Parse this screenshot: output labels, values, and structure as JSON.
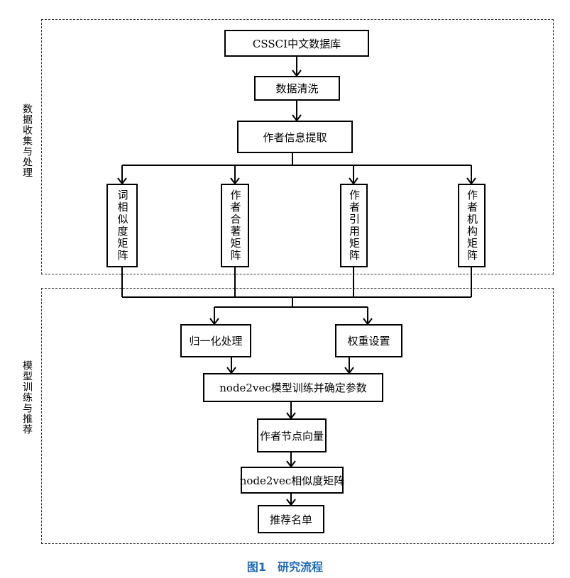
{
  "groups": {
    "collection": "数据收集与处理",
    "training": "模型训练与推荐"
  },
  "nodes": {
    "cssci": "CSSCI中文数据库",
    "cleaning": "数据清洗",
    "extract": "作者信息提取",
    "word_sim": "词相似度矩阵",
    "coauthor": "作者合著矩阵",
    "citation": "作者引用矩阵",
    "institution": "作者机构矩阵",
    "normalize": "归一化处理",
    "weight": "权重设置",
    "node2vec_train": "node2vec模型训练并确定参数",
    "node_vector": "作者节点向量",
    "node2vec_sim": "node2vec相似度矩阵",
    "recommend": "推荐名单"
  },
  "caption": "图1　研究流程"
}
